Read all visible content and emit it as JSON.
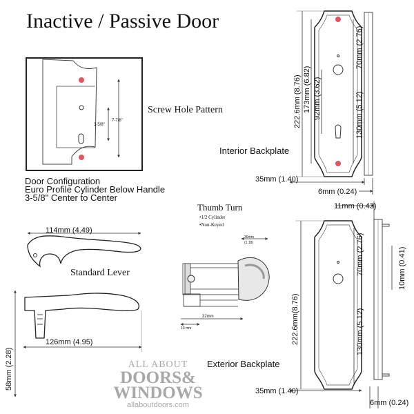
{
  "title": "Inactive / Passive Door",
  "screw_pattern": {
    "label": "Screw Hole Pattern",
    "dim_outer": "7-7/8\"",
    "dim_inner": "3-5/8\""
  },
  "door_config": {
    "line1": "Door Configuration",
    "line2": "Euro Profile Cylinder Below Handle",
    "line3": "3-5/8\" Center to Center"
  },
  "interior_backplate": {
    "label": "Interior Backplate",
    "height": "222.6mm (8.76)",
    "screw_spacing": "173mm (6.82)",
    "top_offset": "70mm (2.76)",
    "handle_to_cyl": "92mm (3.62)",
    "lower": "130mm (5.12)",
    "width": "35mm (1.40)",
    "thickness": "6mm (0.24)"
  },
  "exterior_backplate": {
    "label": "Exterior Backplate",
    "height": "222.6mm(8.76)",
    "top_offset": "70mm (2.76)",
    "lower": "130mm (5.12)",
    "width": "35mm (1.40)",
    "thickness": "6mm (0.24)",
    "depth": "11mm (0.43)",
    "spindle": "10mm (0.41)"
  },
  "thumb_turn": {
    "title": "Thumb Turn",
    "note1": "•1/2 Cylinder",
    "note2": "•Non-Keyed",
    "knob_width": "30mm",
    "knob_width_in": "(1.18)",
    "length": "32mm",
    "offset": "10 mm"
  },
  "lever": {
    "label": "Standard Lever",
    "top_length": "114mm (4.49)",
    "bottom_length": "126mm (4.95)",
    "height": "58mm (2.28)"
  },
  "watermark": {
    "line1": "ALL ABOUT",
    "line2": "DOORS&",
    "line3": "WINDOWS",
    "url": "allaboutdoors.com"
  }
}
